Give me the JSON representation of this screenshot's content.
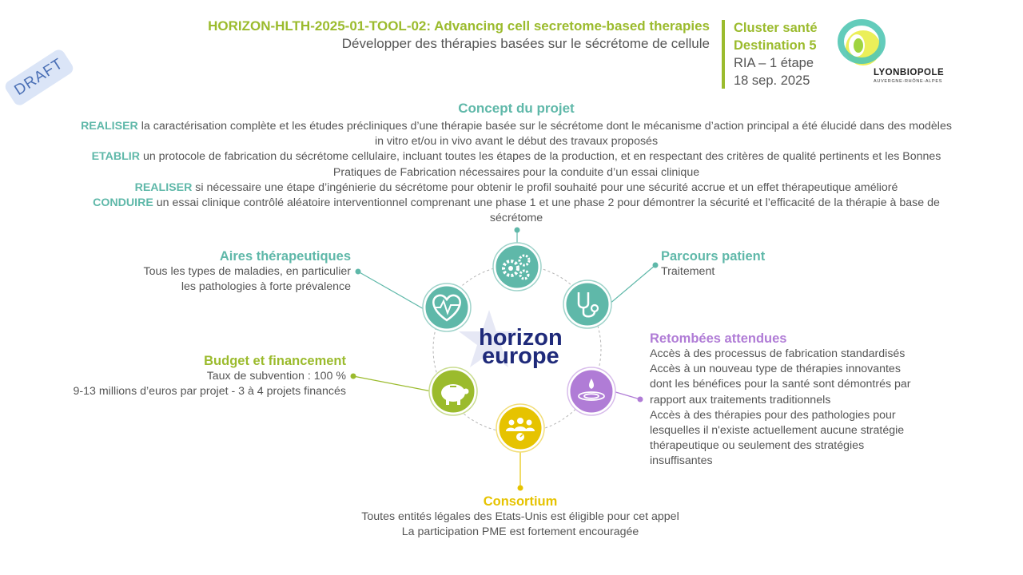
{
  "draft_label": "DRAFT",
  "header": {
    "title": "HORIZON-HLTH-2025-01-TOOL-02: Advancing cell secretome-based therapies",
    "subtitle": "Développer des thérapies basées sur le sécrétome de cellule",
    "cluster": "Cluster santé",
    "destination": "Destination 5",
    "action_type": "RIA – 1 étape",
    "date": "18 sep. 2025",
    "logo_text": "LYONBIOPOLE",
    "logo_subtext": "AUVERGNE-RHÔNE-ALPES"
  },
  "concept": {
    "title": "Concept du projet",
    "items": [
      {
        "keyword": "REALISER",
        "text": " la caractérisation complète et les études précliniques d’une thérapie basée sur le sécrétome dont le mécanisme d’action principal a été élucidé dans des modèles in vitro et/ou in vivo avant le début des travaux proposés"
      },
      {
        "keyword": "ETABLIR",
        "text": " un protocole de fabrication du sécrétome cellulaire, incluant toutes les étapes de la production, et en respectant des critères de qualité pertinents et les Bonnes Pratiques de Fabrication nécessaires pour la conduite d’un essai clinique"
      },
      {
        "keyword": "REALISER",
        "text": " si nécessaire une étape d’ingénierie du sécrétome pour obtenir le profil souhaité pour une sécurité accrue et un effet thérapeutique amélioré"
      },
      {
        "keyword": "CONDUIRE",
        "text": " un essai clinique contrôlé aléatoire interventionnel comprenant une phase 1 et une phase 2 pour démontrer la sécurité et l’efficacité de la thérapie à base de sécrétome"
      }
    ]
  },
  "center_logo": {
    "line1": "horizon",
    "line2": "europe"
  },
  "aires": {
    "title": "Aires thérapeutiques",
    "line1": "Tous les types de maladies, en particulier",
    "line2": "les pathologies à forte prévalence"
  },
  "parcours": {
    "title": "Parcours patient",
    "line1": "Traitement"
  },
  "budget": {
    "title": "Budget et financement",
    "line1": "Taux de subvention : 100 %",
    "line2": "9-13 millions d’euros par projet - 3 à 4 projets financés"
  },
  "retombees": {
    "title": "Retombées attendues",
    "lines": [
      "Accès à des processus de fabrication standardisés",
      "Accès à un nouveau type de thérapies innovantes",
      "dont les bénéfices pour la santé sont démontrés par",
      "rapport aux traitements traditionnels",
      "Accès à des thérapies pour des pathologies pour",
      "lesquelles il n'existe actuellement aucune stratégie",
      "thérapeutique ou seulement des stratégies",
      "insuffisantes"
    ]
  },
  "consortium": {
    "title": "Consortium",
    "line1": "Toutes entités légales des Etats-Unis est éligible pour cet appel",
    "line2": "La participation PME est fortement encouragée"
  },
  "colors": {
    "teal": "#5fb8a9",
    "lime": "#9bbb2d",
    "purple": "#b07cd6",
    "yellow": "#e6c300",
    "navy": "#1f2a7a"
  },
  "icons": [
    "gears-icon",
    "heart-pulse-icon",
    "stethoscope-icon",
    "piggy-bank-icon",
    "droplet-icon",
    "team-icon"
  ]
}
